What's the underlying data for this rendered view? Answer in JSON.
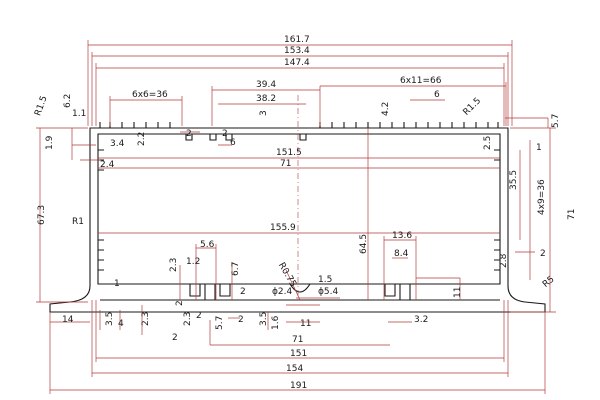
{
  "colors": {
    "dimension_line": "#b23a3a",
    "outline": "#1a1a1a",
    "background": "#ffffff"
  },
  "dims": {
    "d161_7": "161.7",
    "d153_4": "153.4",
    "d147_4": "147.4",
    "d6x6": "6x6=36",
    "d39_4": "39.4",
    "d38_2": "38.2",
    "d6x11": "6x11=66",
    "d6_top": "6",
    "r1_5_l": "R1.5",
    "r1_5_r": "R1.5",
    "d6_2": "6.2",
    "d1_1": "1.1",
    "d4_2": "4.2",
    "d5_7_r": "5.7",
    "d1_9": "1.9",
    "d3_4": "3.4",
    "d2_2": "2.2",
    "d2_mid": "2",
    "d2_mid2": "2",
    "d6_mid": "6",
    "d3_top": "3",
    "d151_5": "151.5",
    "d71_top": "71",
    "d2_5": "2.5",
    "d1_r": "1",
    "d2_4": "2.4",
    "d67_3": "67.3",
    "d35_5": "35.5",
    "d4x9": "4x9=36",
    "d71_right": "71",
    "r1": "R1",
    "d155_9": "155.9",
    "d64_5": "64.5",
    "d13_6": "13.6",
    "d8_4": "8.4",
    "d2_right": "2",
    "d2_8": "2.8",
    "r5": "R5",
    "d5_6": "5.6",
    "d1_2": "1.2",
    "d2_3": "2.3",
    "d6_7": "6.7",
    "d2_a": "2",
    "r0_75": "R0.75",
    "d1_5": "1.5",
    "phi2_4": "ϕ2.4",
    "phi5_4": "ϕ5.4",
    "d1_left": "1",
    "d11_right": "11",
    "d14": "14",
    "d3_5": "3.5",
    "d4_left": "4",
    "d2_3b": "2.3",
    "d2_3c": "2.3",
    "d2_b": "2",
    "d2_c": "2",
    "d5_7": "5.7",
    "d2_d": "2",
    "d3_5b": "3.5",
    "d1_6": "1.6",
    "d11_mid": "11",
    "d3_2": "3.2",
    "d2_e": "2",
    "d71_bottom": "71",
    "d151": "151",
    "d154": "154",
    "d191": "191"
  }
}
